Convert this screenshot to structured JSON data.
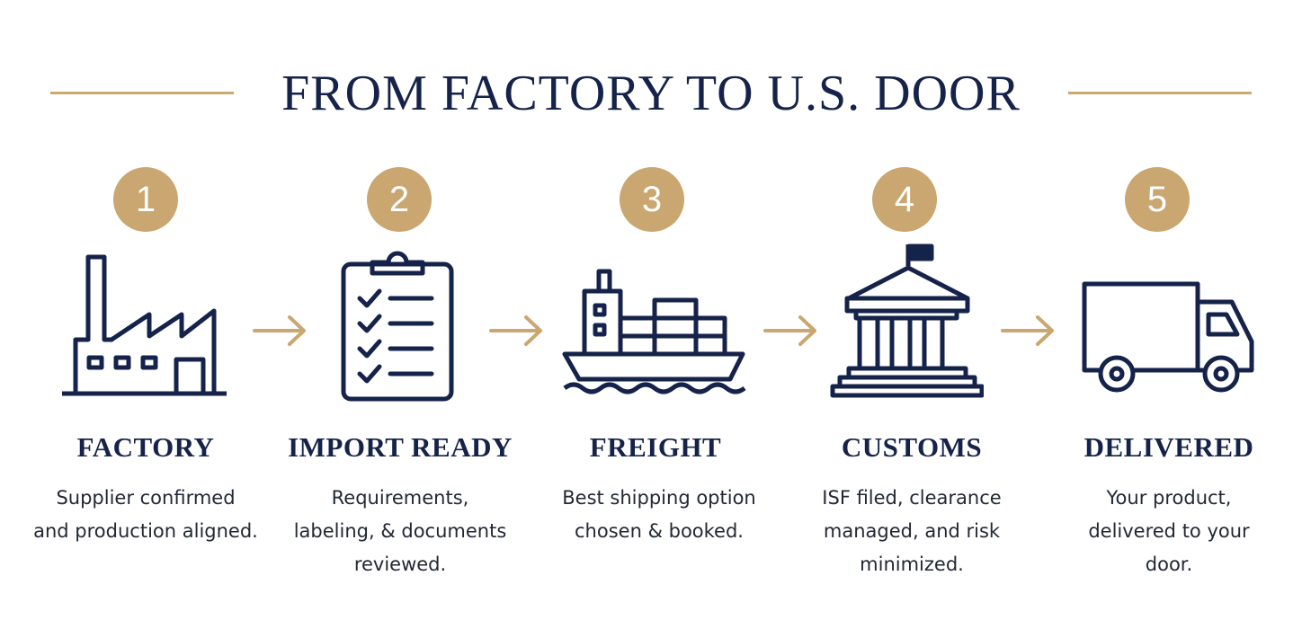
{
  "title": "FROM FACTORY TO U.S. DOOR",
  "colors": {
    "navy": "#15234a",
    "gold": "#caa670",
    "text": "#222834"
  },
  "steps": [
    {
      "number": "1",
      "title": "FACTORY",
      "description": "Supplier confirmed\nand production aligned.",
      "icon": "factory-icon"
    },
    {
      "number": "2",
      "title": "IMPORT READY",
      "description": "Requirements,\nlabeling, & documents\nreviewed.",
      "icon": "clipboard-checklist-icon"
    },
    {
      "number": "3",
      "title": "FREIGHT",
      "description": "Best shipping option\nchosen & booked.",
      "icon": "cargo-ship-icon"
    },
    {
      "number": "4",
      "title": "CUSTOMS",
      "description": "ISF filed, clearance\nmanaged, and risk\nminimized.",
      "icon": "customs-building-icon"
    },
    {
      "number": "5",
      "title": "DELIVERED",
      "description": "Your product,\ndelivered to your\ndoor.",
      "icon": "delivery-truck-icon"
    }
  ]
}
